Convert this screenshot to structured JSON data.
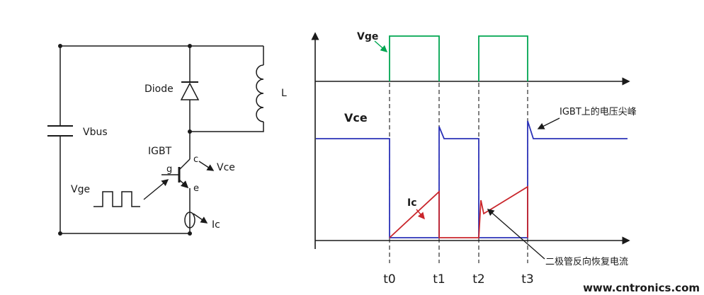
{
  "page": {
    "background": "#ffffff"
  },
  "colors": {
    "green": "#00a651",
    "blue": "#2b32b8",
    "red": "#c9252b",
    "line": "#1a1a1a",
    "watermark_green": "#7ebf3f"
  },
  "circuit": {
    "vbus_label": "Vbus",
    "diode_label": "Diode",
    "inductor_label": "L",
    "igbt_label": "IGBT",
    "gate_label": "g",
    "collector_label": "c",
    "emitter_label": "e",
    "vce_label": "Vce",
    "vge_label": "Vge",
    "ic_label": "Ic"
  },
  "waveform": {
    "vge_label": "Vge",
    "vce_label": "Vce",
    "ic_label": "Ic",
    "time_labels": [
      "t0",
      "t1",
      "t2",
      "t3"
    ],
    "annotation_spike": "IGBT上的电压尖峰",
    "annotation_recovery": "二极管反向恢复电流",
    "description": {
      "vge": "Gate drive pulses high from t0 to t1 and from t2 to t3",
      "vce": "High before t0, low t0-t1, high t1-t2 with small spike at t1, low t2-t3, high after t3 with larger voltage spike",
      "ic": "Ramps up from zero t0-t1, drops to zero at t1, reverse-recovery spike at t2 then ramps t2-t3, drops to zero at t3"
    }
  },
  "watermark": "www.cntronics.com"
}
